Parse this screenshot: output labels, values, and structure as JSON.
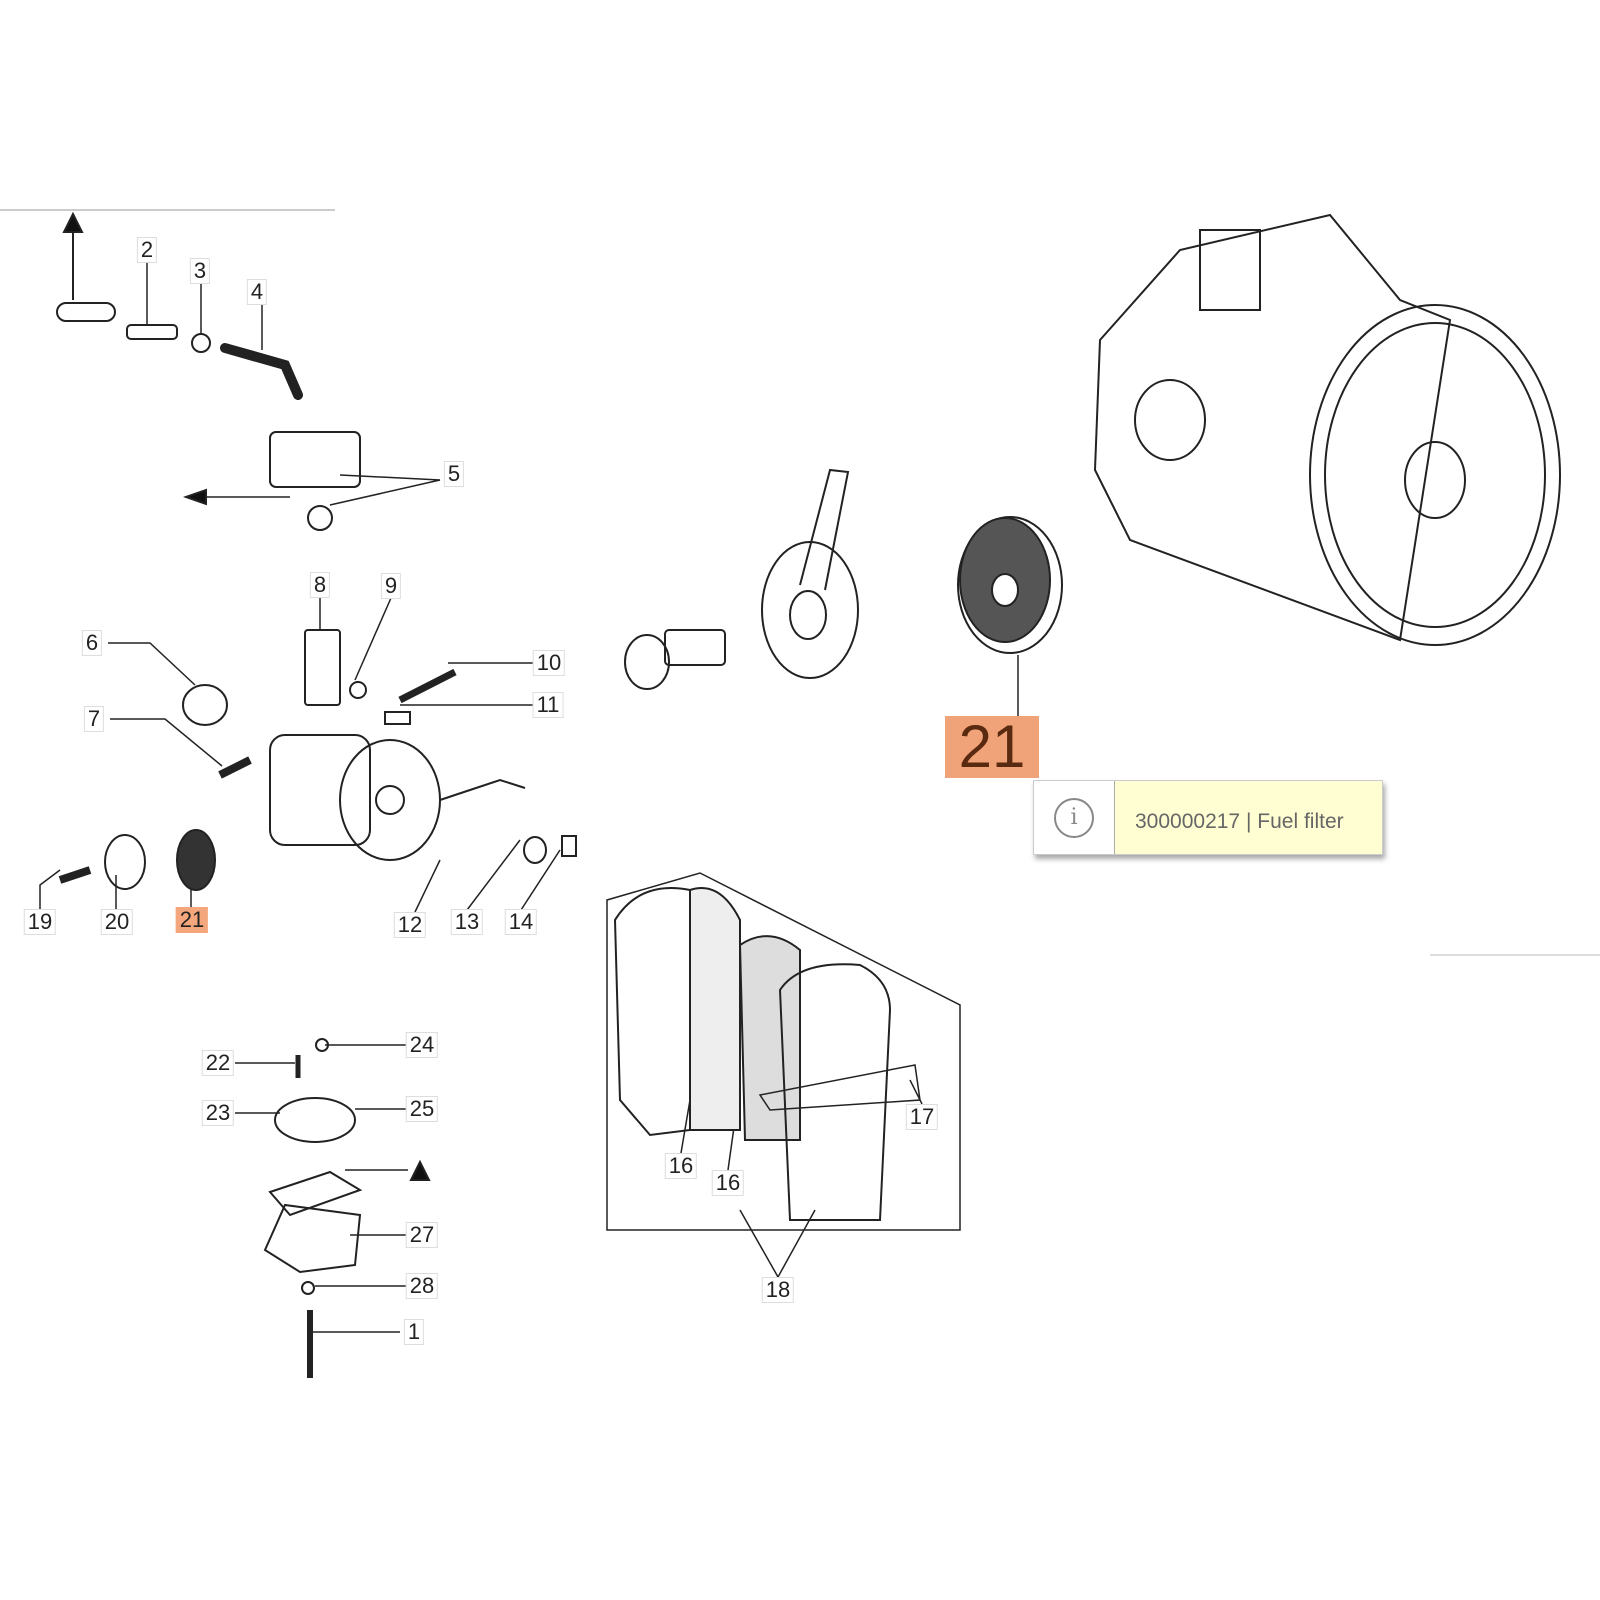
{
  "labels": {
    "l1": "1",
    "l2": "2",
    "l3": "3",
    "l4": "4",
    "l5": "5",
    "l6": "6",
    "l7": "7",
    "l8": "8",
    "l9": "9",
    "l10": "10",
    "l11": "11",
    "l12": "12",
    "l13": "13",
    "l14": "14",
    "l16a": "16",
    "l16b": "16",
    "l17": "17",
    "l18": "18",
    "l19": "19",
    "l20": "20",
    "l21": "21",
    "l22": "22",
    "l23": "23",
    "l24": "24",
    "l25": "25",
    "l27": "27",
    "l28": "28"
  },
  "selected": {
    "callout": "21",
    "part_number": "300000217",
    "separator": "|",
    "name": "Fuel filter",
    "icon": "info-icon"
  },
  "colors": {
    "highlight": "#f4a77c",
    "tooltip_bg": "#fffed3"
  }
}
